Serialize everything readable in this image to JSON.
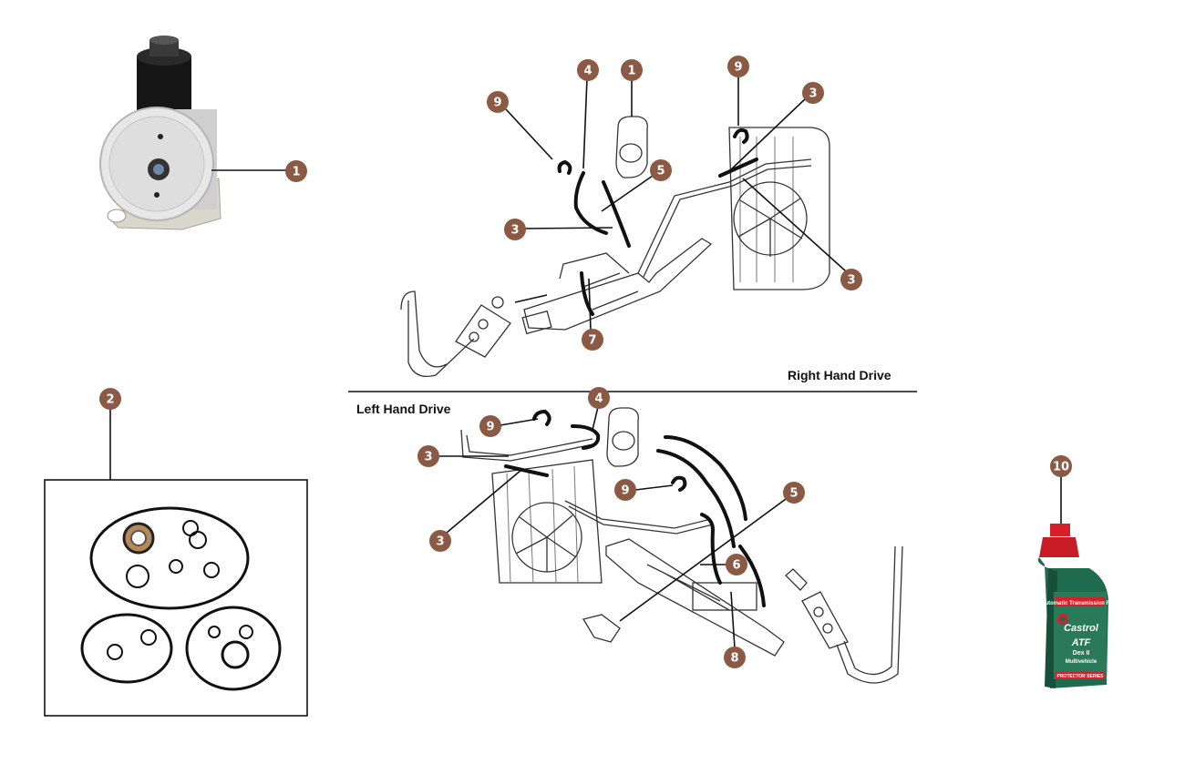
{
  "labels": {
    "rhd": "Right Hand Drive",
    "lhd": "Left Hand Drive"
  },
  "callouts": {
    "c1_pump": "1",
    "c2_sealkit": "2",
    "c10_fluid": "10",
    "rhd_9a": "9",
    "rhd_4": "4",
    "rhd_1": "1",
    "rhd_9b": "9",
    "rhd_3a": "3",
    "rhd_5": "5",
    "rhd_3b": "3",
    "rhd_3c": "3",
    "rhd_7": "7",
    "lhd_4": "4",
    "lhd_9a": "9",
    "lhd_3a": "3",
    "lhd_9b": "9",
    "lhd_5": "5",
    "lhd_3b": "3",
    "lhd_6": "6",
    "lhd_8": "8"
  },
  "fluid_bottle": {
    "brand": "Castrol",
    "product": "ATF",
    "grade": "Dex II",
    "subtitle": "Multivehicle",
    "top_text": "Automatic Transmission Fluid",
    "series": "PROTECTOR SERIES"
  },
  "colors": {
    "callout": "#8a5a44",
    "bottle_green": "#1f6b50",
    "cap_red": "#d4202b"
  }
}
